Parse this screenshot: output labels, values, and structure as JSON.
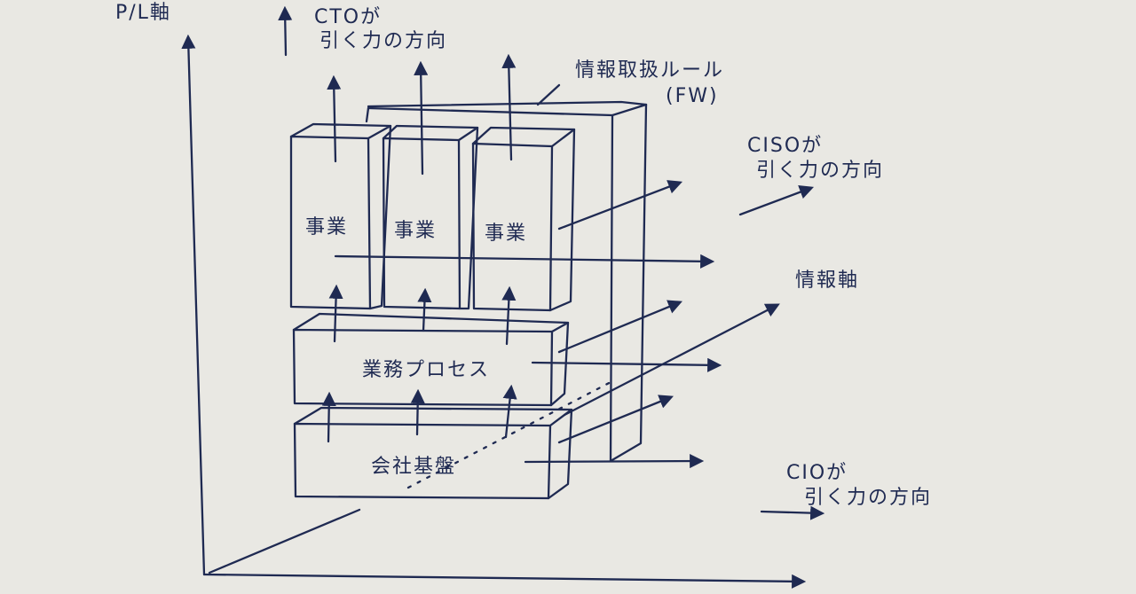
{
  "labels": {
    "pl_axis": "P/L軸",
    "cto_direction_1": "CTOが",
    "cto_direction_2": "引く力の方向",
    "info_rule_1": "情報取扱ルール",
    "info_rule_2": "(FW)",
    "ciso_direction_1": "CISOが",
    "ciso_direction_2": "引く力の方向",
    "info_axis": "情報軸",
    "cio_direction_1": "CIOが",
    "cio_direction_2": "引く力の方向",
    "business_1": "事業",
    "business_2": "事業",
    "business_3": "事業",
    "business_process": "業務プロセス",
    "company_foundation": "会社基盤"
  },
  "colors": {
    "paper": "#e9e8e3",
    "ink": "#1f2a52"
  }
}
